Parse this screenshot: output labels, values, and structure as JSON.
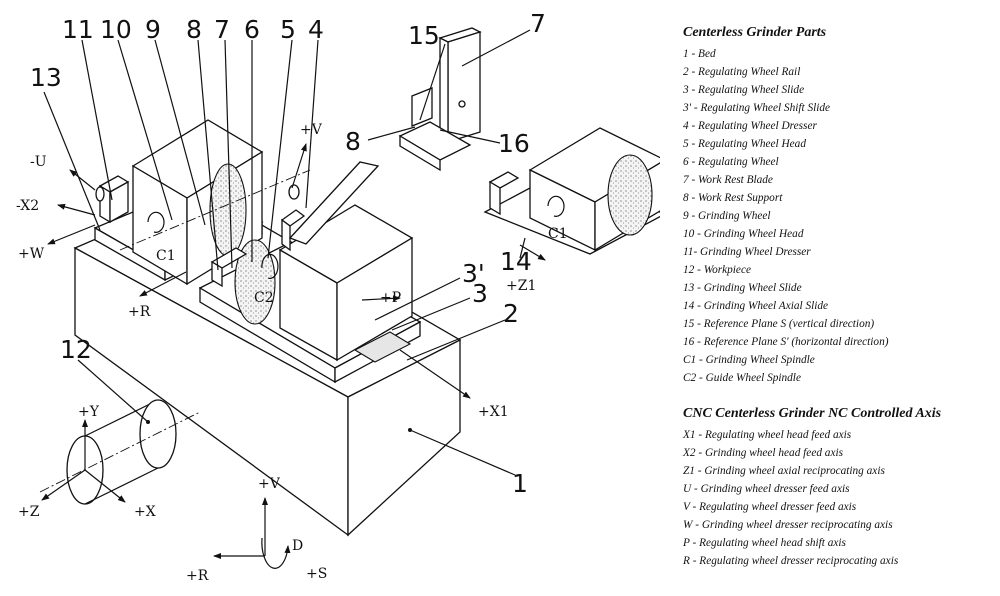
{
  "callouts": {
    "n1": "1",
    "n2": "2",
    "n3": "3",
    "n3p": "3'",
    "n4": "4",
    "n5": "5",
    "n6": "6",
    "n7": "7",
    "n7b": "7",
    "n8": "8",
    "n8b": "8",
    "n9": "9",
    "n10": "10",
    "n11": "11",
    "n12": "12",
    "n13": "13",
    "n14": "14",
    "n15": "15",
    "n16": "16"
  },
  "axis_labels": {
    "minus_u": "-U",
    "minus_x2": "-X2",
    "plus_w": "+W",
    "plus_v": "+V",
    "plus_r": "+R",
    "plus_p": "+P",
    "plus_x1": "+X1",
    "plus_z1": "+Z1",
    "c1": "C1",
    "c1b": "C1",
    "c2": "C2",
    "plus_y": "+Y",
    "plus_z": "+Z",
    "plus_x": "+X",
    "plus_v2": "+V",
    "d": "D",
    "plus_r2": "+R",
    "plus_s": "+S"
  },
  "legend": {
    "parts_title": "Centerless Grinder Parts",
    "parts": [
      "1 - Bed",
      "2 - Regulating Wheel Rail",
      "3 - Regulating Wheel Slide",
      "3' - Regulating Wheel Shift Slide",
      "4 - Regulating Wheel Dresser",
      "5 - Regulating Wheel Head",
      "6 - Regulating Wheel",
      "7 - Work Rest Blade",
      "8 - Work Rest Support",
      "9 - Grinding Wheel",
      "10 - Grinding Wheel Head",
      "11- Grinding Wheel Dresser",
      "12 - Workpiece",
      "13 - Grinding Wheel Slide",
      "14 - Grinding Wheel Axial Slide",
      "15 - Reference Plane S (vertical direction)",
      "16 - Reference Plane S' (horizontal direction)",
      "C1 - Grinding Wheel Spindle",
      "C2 - Guide Wheel Spindle"
    ],
    "axes_title": "CNC Centerless Grinder NC Controlled Axis",
    "axes": [
      "X1 - Regulating wheel head feed axis",
      "X2 - Grinding wheel head feed axis",
      "Z1 - Grinding wheel axial reciprocating axis",
      "U - Grinding wheel dresser feed axis",
      "V - Regulating wheel dresser feed axis",
      "W - Grinding wheel dresser reciprocating axis",
      "P - Regulating wheel head shift axis",
      "R - Regulating wheel dresser reciprocating axis"
    ]
  }
}
